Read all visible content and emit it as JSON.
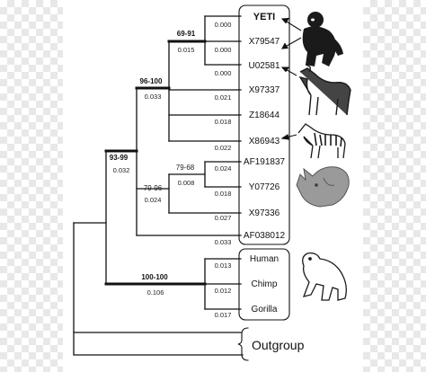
{
  "support_values": {
    "yeti_clade": "69-91",
    "horse_clade": "96-100",
    "ingroup": "93-99",
    "rhino_inner": "79-68",
    "rhino_outer": "79-96",
    "primates": "100-100"
  },
  "branch_lengths": {
    "yeti": "0.000",
    "x79547": "0.000",
    "u02581": "0.000",
    "yeti_clade": "0.015",
    "x97337": "0.021",
    "z18644": "0.018",
    "x86943": "0.022",
    "horse_clade": "0.033",
    "ingroup": "0.032",
    "af191837": "0.024",
    "y07726": "0.018",
    "rhino_inner": "0.008",
    "x97336": "0.027",
    "rhino_outer": "0.024",
    "af038012": "0.033",
    "human": "0.013",
    "chimp": "0.012",
    "gorilla": "0.017",
    "primates": "0.106"
  },
  "taxa": {
    "yeti": "YETI",
    "x79547": "X79547",
    "u02581": "U02581",
    "x97337": "X97337",
    "z18644": "Z18644",
    "x86943": "X86943",
    "af191837": "AF191837",
    "y07726": "Y07726",
    "x97336": "X97336",
    "af038012": "AF038012",
    "human": "Human",
    "chimp": "Chimp",
    "gorilla": "Gorilla",
    "outgroup": "Outgroup"
  },
  "colors": {
    "line": "#111111",
    "illustration": "#1a1a1a",
    "rhino": "#888888"
  },
  "icons": [
    "gorilla-icon",
    "horse-icon",
    "zebra-icon",
    "rhino-icon",
    "primate-icon"
  ]
}
